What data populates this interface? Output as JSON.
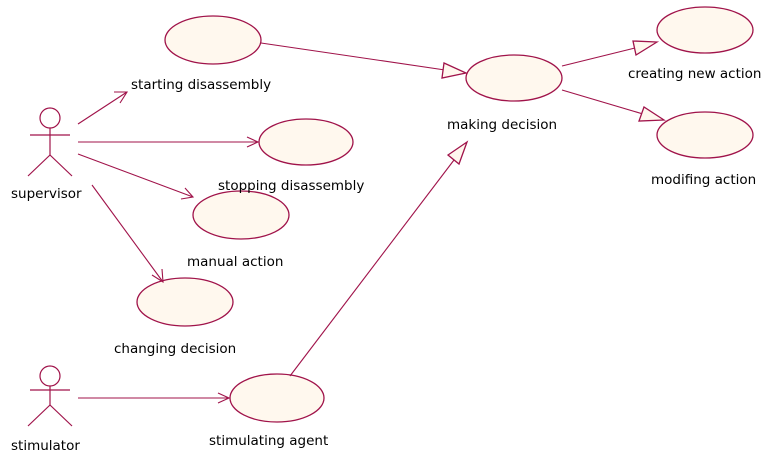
{
  "colors": {
    "line": "#a0134a",
    "usecase_fill": "#fff8ee",
    "text": "#000000",
    "background": "#ffffff"
  },
  "actors": {
    "supervisor": {
      "label": "supervisor"
    },
    "stimulator": {
      "label": "stimulator"
    }
  },
  "use_cases": {
    "starting_disassembly": {
      "label": "starting disassembly"
    },
    "stopping_disassembly": {
      "label": "stopping disassembly"
    },
    "manual_action": {
      "label": "manual action"
    },
    "changing_decision": {
      "label": "changing decision"
    },
    "stimulating_agent": {
      "label": "stimulating agent"
    },
    "making_decision": {
      "label": "making decision"
    },
    "creating_new_action": {
      "label": "creating new action"
    },
    "modifing_action": {
      "label": "modifing action"
    }
  },
  "relations": [
    {
      "from": "supervisor",
      "to": "starting_disassembly",
      "kind": "association"
    },
    {
      "from": "supervisor",
      "to": "stopping_disassembly",
      "kind": "association"
    },
    {
      "from": "supervisor",
      "to": "manual_action",
      "kind": "association"
    },
    {
      "from": "supervisor",
      "to": "changing_decision",
      "kind": "association"
    },
    {
      "from": "stimulator",
      "to": "stimulating_agent",
      "kind": "association"
    },
    {
      "from": "starting_disassembly",
      "to": "making_decision",
      "kind": "generalization"
    },
    {
      "from": "stimulating_agent",
      "to": "making_decision",
      "kind": "generalization"
    },
    {
      "from": "making_decision",
      "to": "creating_new_action",
      "kind": "generalization"
    },
    {
      "from": "making_decision",
      "to": "modifing_action",
      "kind": "generalization"
    }
  ]
}
